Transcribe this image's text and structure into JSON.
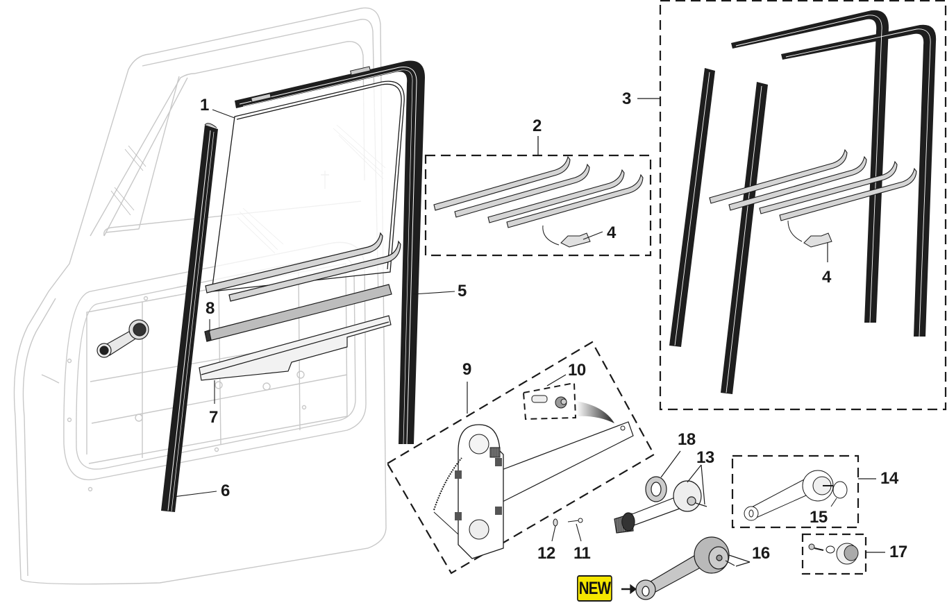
{
  "title": "Door window glass, weatherstrip and window regulator parts diagram",
  "badge": {
    "label": "NEW",
    "color": "#f5e600"
  },
  "colors": {
    "ink": "#1a1a1a",
    "ghost": "#c8c8c8",
    "part_fill": "#d0d0d0",
    "rubber": "#1e1e1e"
  },
  "callouts": [
    {
      "id": "1",
      "label": "1",
      "part": "window-glass"
    },
    {
      "id": "2",
      "label": "2",
      "part": "glass-channel-set"
    },
    {
      "id": "3",
      "label": "3",
      "part": "weatherstrip-kit"
    },
    {
      "id": "4a",
      "label": "4",
      "part": "channel-clip"
    },
    {
      "id": "4b",
      "label": "4",
      "part": "channel-clip-kit"
    },
    {
      "id": "5",
      "label": "5",
      "part": "run-channel"
    },
    {
      "id": "6",
      "label": "6",
      "part": "front-run-channel"
    },
    {
      "id": "7",
      "label": "7",
      "part": "lower-channel"
    },
    {
      "id": "8",
      "label": "8",
      "part": "belt-weatherstrip"
    },
    {
      "id": "9",
      "label": "9",
      "part": "window-regulator"
    },
    {
      "id": "10",
      "label": "10",
      "part": "regulator-roller-kit"
    },
    {
      "id": "11",
      "label": "11",
      "part": "screw"
    },
    {
      "id": "12",
      "label": "12",
      "part": "washer"
    },
    {
      "id": "13",
      "label": "13",
      "part": "window-crank"
    },
    {
      "id": "14",
      "label": "14",
      "part": "crank-handle-assembly"
    },
    {
      "id": "15",
      "label": "15",
      "part": "crank-cap"
    },
    {
      "id": "16",
      "label": "16",
      "part": "new-crank-handle"
    },
    {
      "id": "17",
      "label": "17",
      "part": "crank-knob-kit"
    },
    {
      "id": "18",
      "label": "18",
      "part": "crank-spacer"
    }
  ]
}
